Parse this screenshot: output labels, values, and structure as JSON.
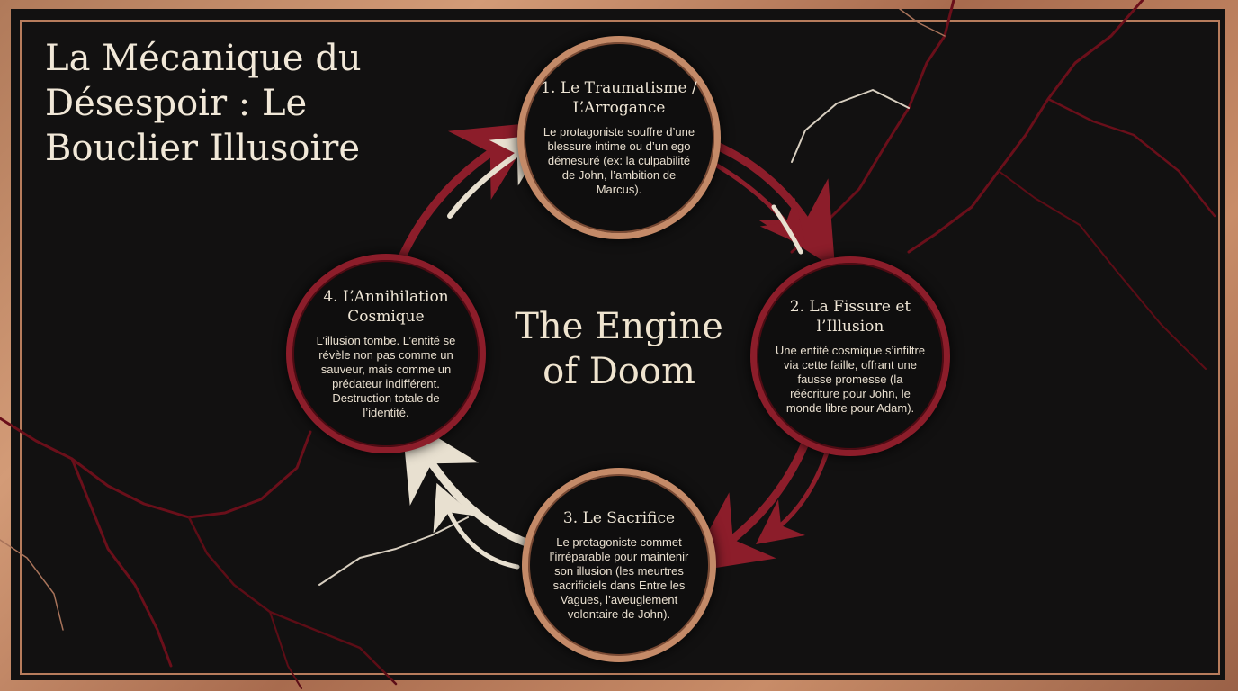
{
  "title": "La Mécanique du Désespoir : Le Bouclier Illusoire",
  "center_title": "The Engine of Doom",
  "colors": {
    "copper": "#c48a68",
    "blood_red": "#8c1d2a",
    "bone_white": "#e8e0d0",
    "background": "#121111"
  },
  "nodes": [
    {
      "title": "1. Le Traumatisme / L’Arrogance",
      "text": "Le protagoniste souffre d’une blessure intime ou d’un ego démesuré (ex: la culpabilité de John, l’ambition de Marcus)."
    },
    {
      "title": "2. La Fissure et l’Illusion",
      "text": "Une entité cosmique s’infiltre via cette faille, offrant une fausse promesse (la réécriture pour John, le monde libre pour Adam)."
    },
    {
      "title": "3. Le Sacrifice",
      "text": "Le protagoniste commet l’irréparable pour maintenir son illusion (les meurtres sacrificiels dans Entre les Vagues, l’aveuglement volontaire de John)."
    },
    {
      "title": "4. L’Annihilation Cosmique",
      "text": "L’illusion tombe. L’entité se révèle non pas comme un sauveur, mais comme un prédateur indifférent. Destruction totale de l’identité."
    }
  ]
}
